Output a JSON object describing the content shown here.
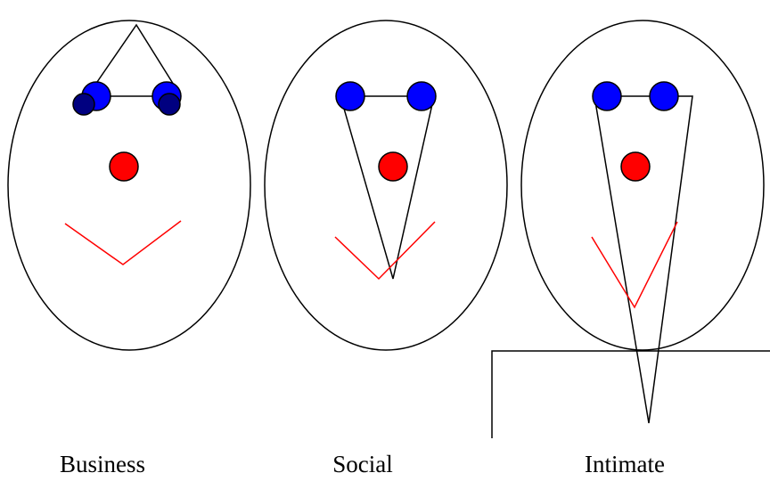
{
  "labels": {
    "business": "Business",
    "social": "Social",
    "intimate": "Intimate"
  },
  "colors": {
    "outline": "#000000",
    "eyes": "#0000ff",
    "gaze_points": "#000080",
    "nose": "#ff0000",
    "mouth": "#ff0000",
    "background": "#ffffff"
  },
  "faces": [
    {
      "caption": "Business",
      "gaze_shape": "triangle-up"
    },
    {
      "caption": "Social",
      "gaze_shape": "triangle-down"
    },
    {
      "caption": "Intimate",
      "gaze_shape": "triangle-down-long"
    }
  ]
}
